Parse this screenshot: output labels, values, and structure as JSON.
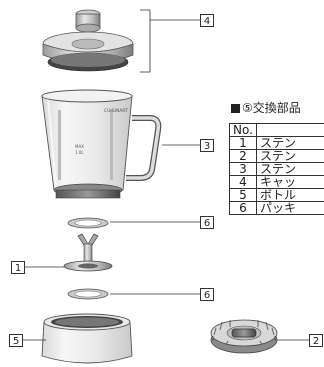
{
  "callouts": [
    {
      "id": "lid-assembly",
      "label": "4"
    },
    {
      "id": "jar",
      "label": "3"
    },
    {
      "id": "upper-packing",
      "label": "6"
    },
    {
      "id": "blade-assembly",
      "label": "1"
    },
    {
      "id": "lower-packing",
      "label": "6"
    },
    {
      "id": "base",
      "label": "5"
    },
    {
      "id": "cap",
      "label": "2"
    }
  ],
  "jar_markings": [
    "CUISINART",
    "MAX",
    "1.0L"
  ],
  "parts_table": {
    "title": "⑤交換部品",
    "header_no": "No.",
    "rows": [
      {
        "no": "1",
        "name": "ステン"
      },
      {
        "no": "2",
        "name": "ステン"
      },
      {
        "no": "3",
        "name": "ステン"
      },
      {
        "no": "4",
        "name": "キャッ"
      },
      {
        "no": "5",
        "name": "ボトル"
      },
      {
        "no": "6",
        "name": "パッキ"
      }
    ]
  }
}
